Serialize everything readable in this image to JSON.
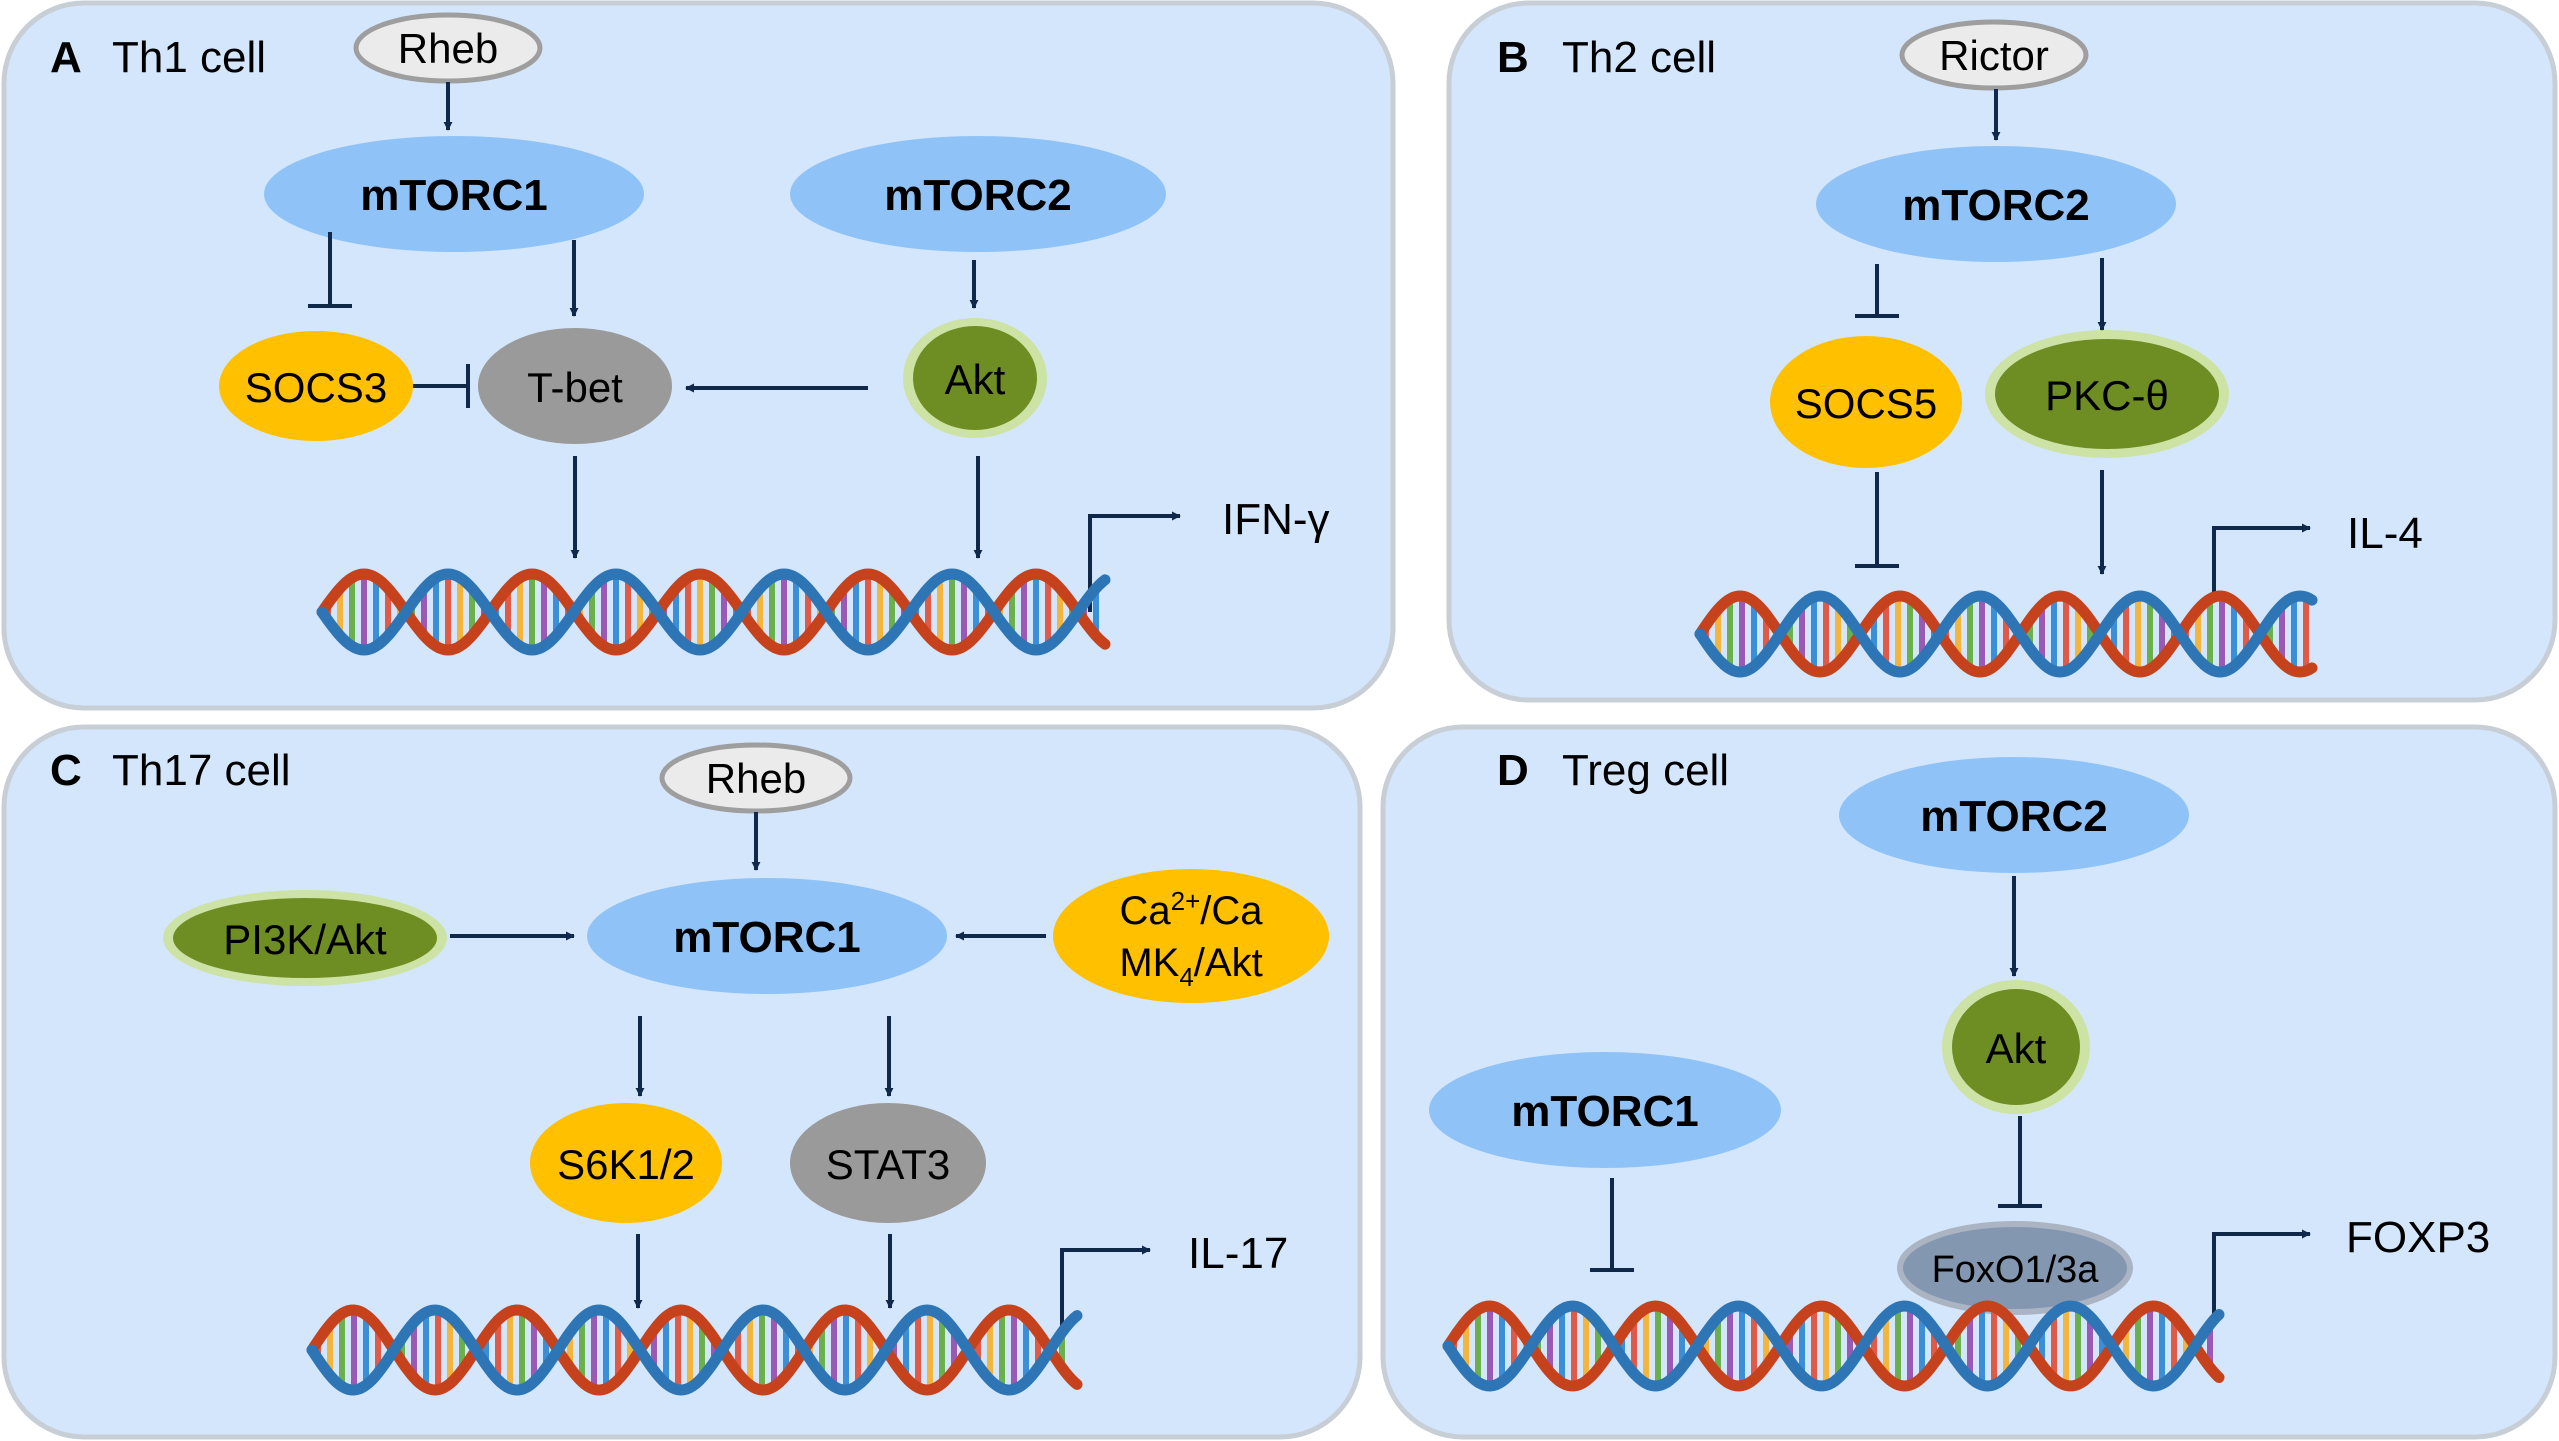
{
  "panels": {
    "A": {
      "letter": "A",
      "title": "Th1 cell",
      "gene": "IFN-γ",
      "nodes": {
        "rheb": "Rheb",
        "mtorc1": "mTORC1",
        "mtorc2": "mTORC2",
        "socs3": "SOCS3",
        "tbet": "T-bet",
        "akt": "Akt"
      }
    },
    "B": {
      "letter": "B",
      "title": "Th2 cell",
      "gene": "IL-4",
      "nodes": {
        "rictor": "Rictor",
        "mtorc2": "mTORC2",
        "socs5": "SOCS5",
        "pkc": "PKC-θ"
      }
    },
    "C": {
      "letter": "C",
      "title": "Th17 cell",
      "gene": "IL-17",
      "nodes": {
        "rheb": "Rheb",
        "pi3k": "PI3K/Akt",
        "mtorc1": "mTORC1",
        "ca_line1": "Ca",
        "ca_sup": "2+",
        "ca_line1b": "/Ca",
        "ca_line2": "MK",
        "ca_sub": "4",
        "ca_line2b": "/Akt",
        "s6k": "S6K1/2",
        "stat3": "STAT3"
      }
    },
    "D": {
      "letter": "D",
      "title": "Treg cell",
      "gene": "FOXP3",
      "nodes": {
        "mtorc2": "mTORC2",
        "akt": "Akt",
        "mtorc1": "mTORC1",
        "foxo": "FoxO1/3a"
      }
    }
  },
  "colors": {
    "panel_bg": "#d4e6fb",
    "panel_border": "#c8ced6",
    "mtorc": "#8fc3f7",
    "regulator": "#ebebeb",
    "regulator_border": "#9e9e9e",
    "socs": "#ffc000",
    "tbet": "#9a9a9a",
    "akt": "#6e8d23",
    "akt_glow": "#cde3a5",
    "foxo": "#8497b0",
    "arrow": "#10284a",
    "dna_strand_a": "#2e75b6",
    "dna_strand_b": "#c6421d",
    "dna_rungs": [
      "#e05a47",
      "#f3b53c",
      "#6ab04c",
      "#9b59b6",
      "#3a8fd9"
    ]
  }
}
